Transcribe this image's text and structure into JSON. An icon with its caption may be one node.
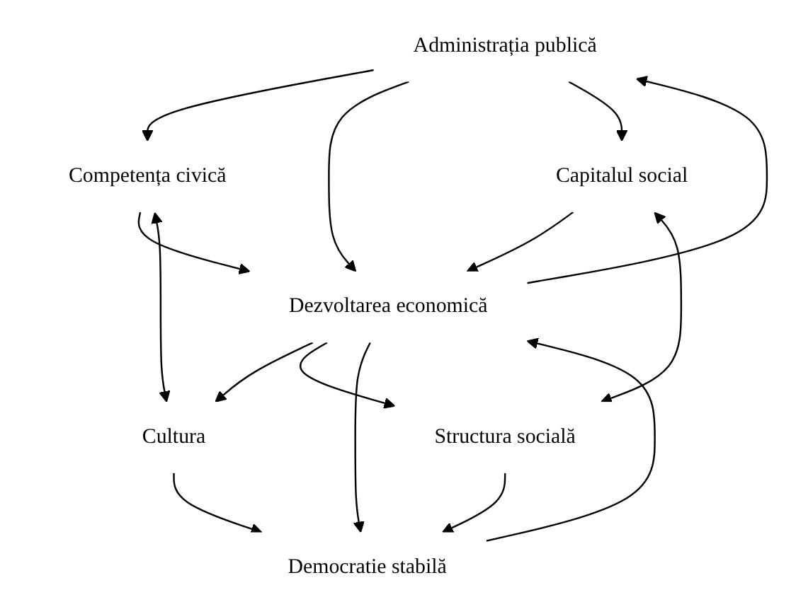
{
  "diagram": {
    "nodes": [
      {
        "text": [
          "Administrația publică"
        ]
      },
      {
        "text": [
          "Competența civică"
        ]
      },
      {
        "text": [
          "Capitalul social"
        ]
      },
      {
        "text": [
          "Dezvoltarea economică"
        ]
      },
      {
        "text": [
          "Cultura"
        ]
      },
      {
        "text": [
          "Structura socială"
        ]
      },
      {
        "text": [
          "Democratie stabilă"
        ]
      }
    ],
    "edges": [
      {
        "from": 0,
        "to": 1,
        "arrow": "to"
      },
      {
        "from": 0,
        "to": 3,
        "arrow": "to"
      },
      {
        "from": 3,
        "to": 0,
        "arrow": "to"
      },
      {
        "from": 0,
        "to": 2,
        "arrow": "to"
      },
      {
        "from": 1,
        "to": 3,
        "arrow": "to"
      },
      {
        "from": 1,
        "to": 4,
        "arrow": "both"
      },
      {
        "from": 2,
        "to": 3,
        "arrow": "to"
      },
      {
        "from": 2,
        "to": 5,
        "arrow": "both"
      },
      {
        "from": 3,
        "to": 4,
        "arrow": "to"
      },
      {
        "from": 3,
        "to": 5,
        "arrow": "to"
      },
      {
        "from": 3,
        "to": 6,
        "arrow": "to"
      },
      {
        "from": 6,
        "to": 3,
        "arrow": "to"
      },
      {
        "from": 4,
        "to": 6,
        "arrow": "to"
      },
      {
        "from": 5,
        "to": 6,
        "arrow": "to"
      }
    ]
  }
}
